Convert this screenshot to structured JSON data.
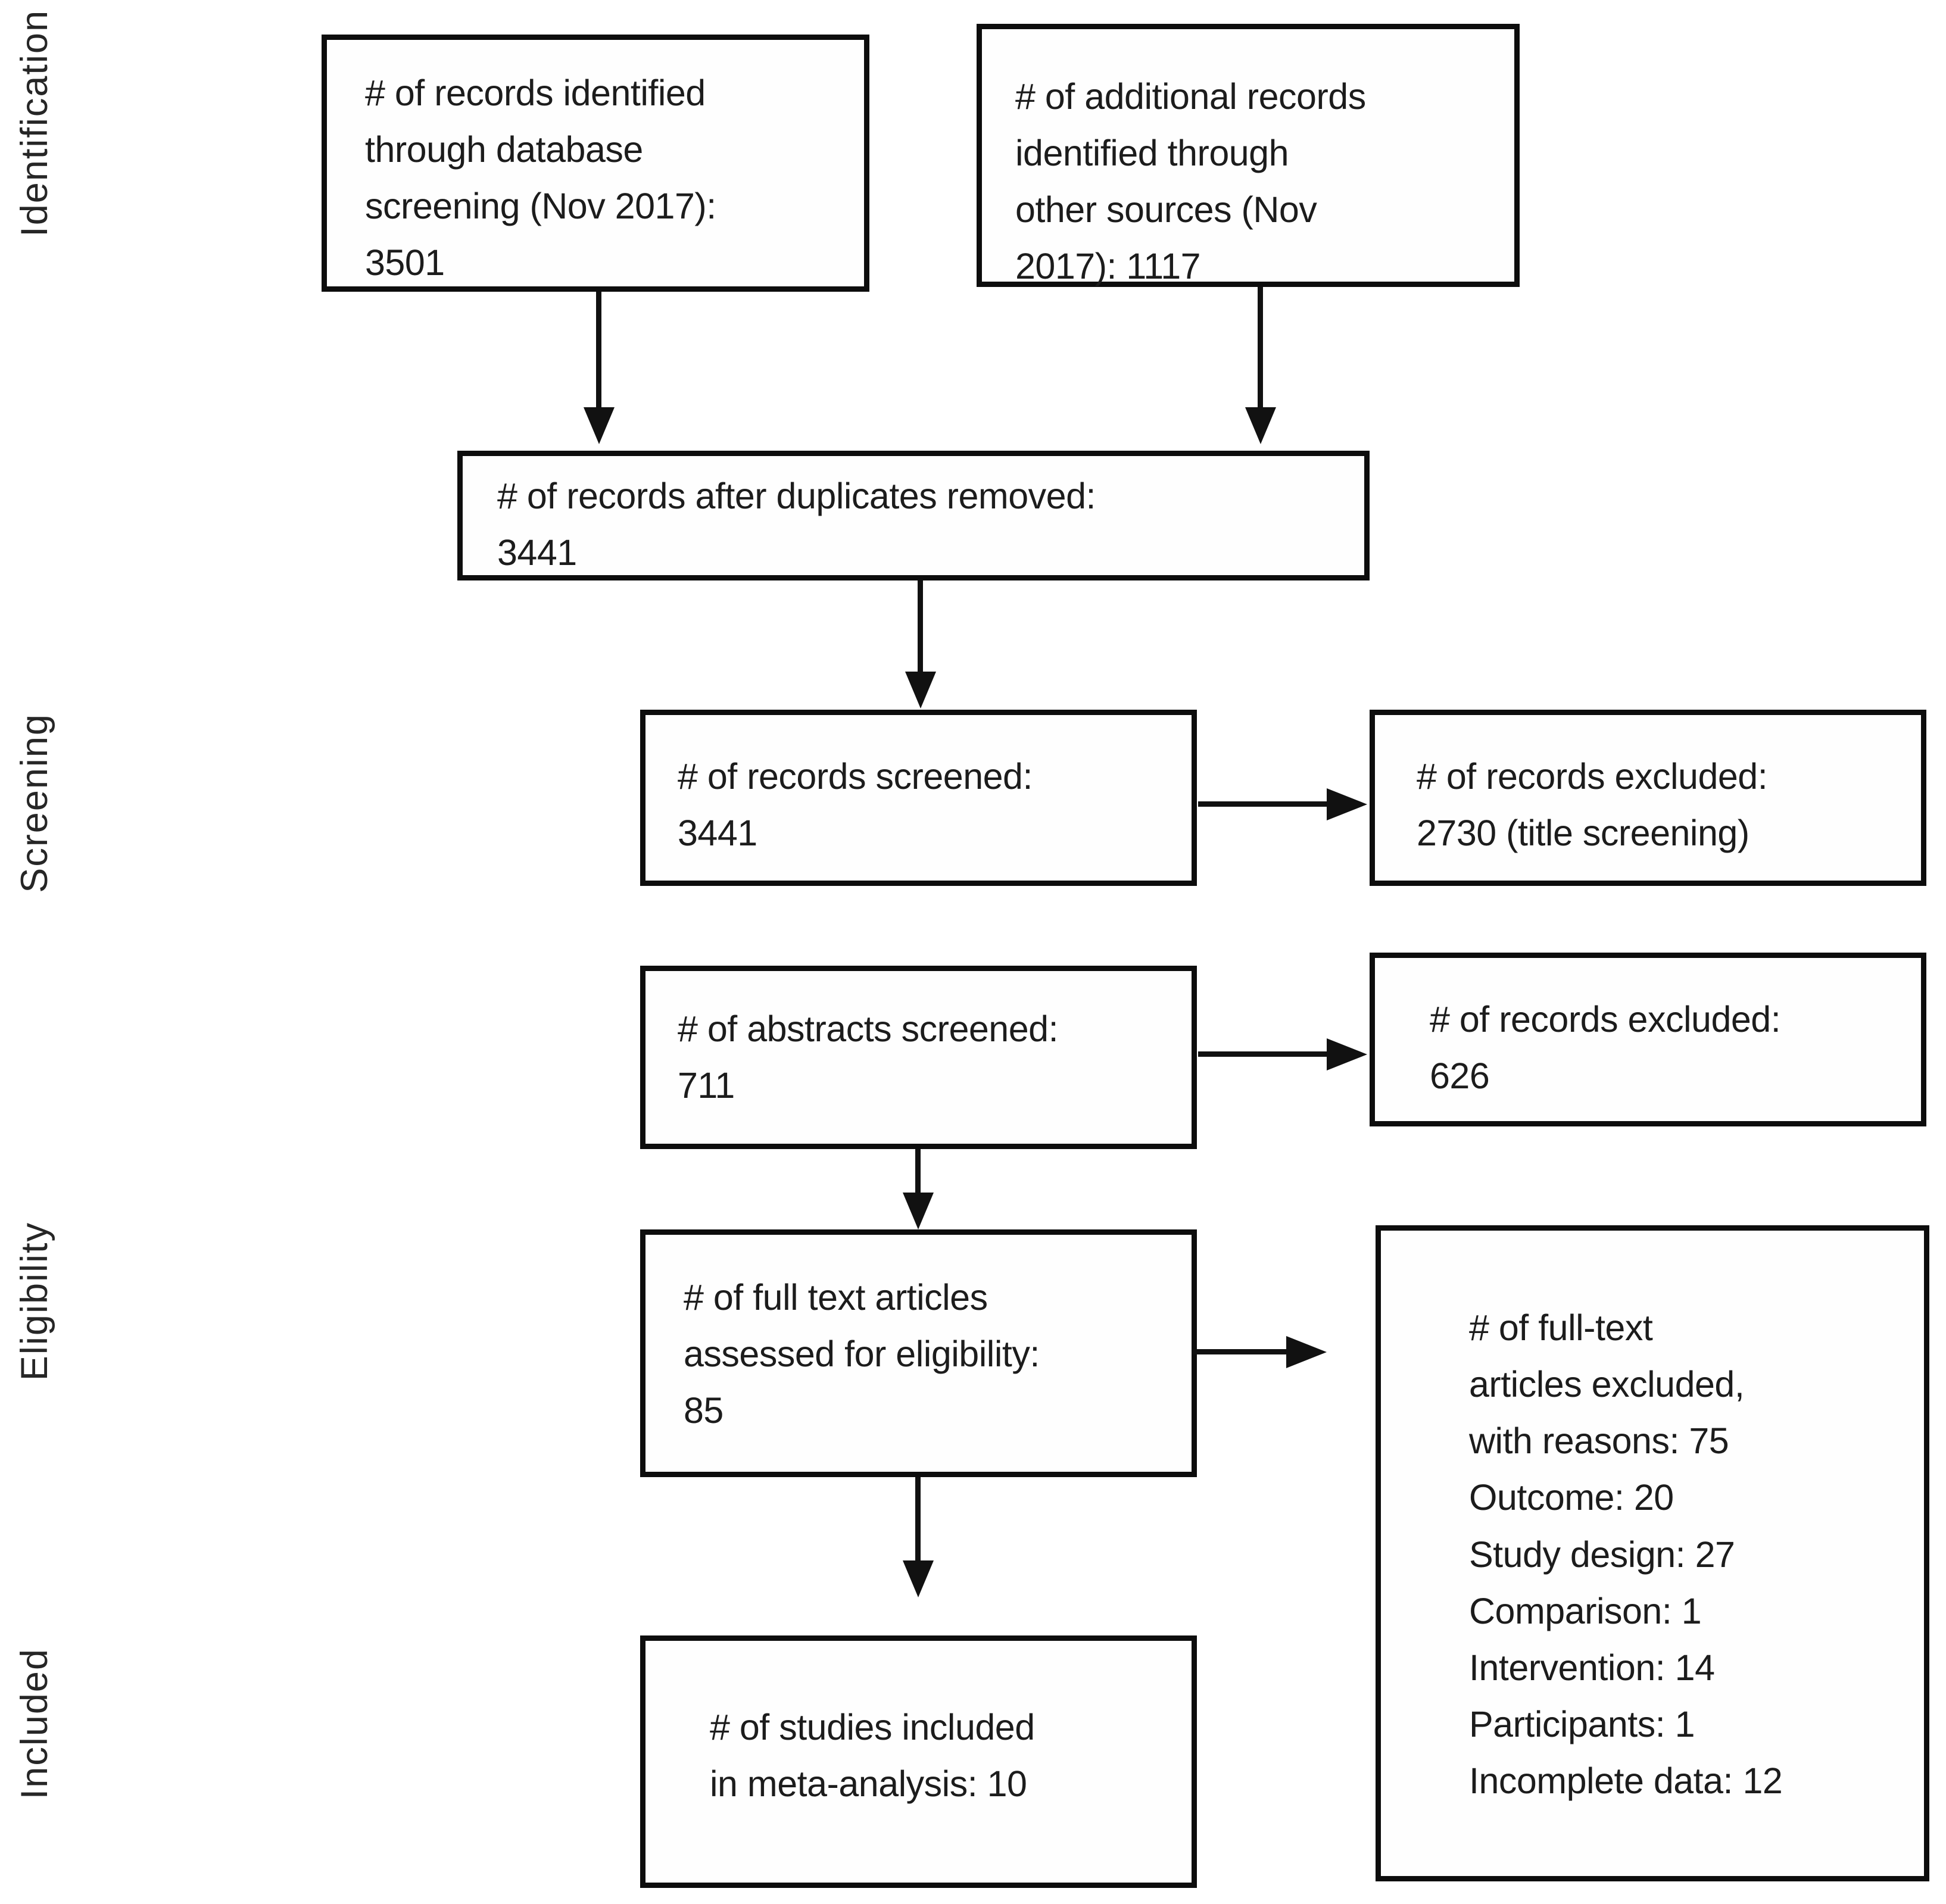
{
  "diagram_type": "prisma-flow-diagram",
  "colors": {
    "background": "#ffffff",
    "box_border": "#0d0d0d",
    "text": "#1c1c1c",
    "arrow": "#111111"
  },
  "stage_labels": [
    "Identification",
    "Screening",
    "Eligibility",
    "Included"
  ],
  "boxes": {
    "identified_database": {
      "text": "# of records identified\nthrough database\nscreening (Nov 2017):\n3501"
    },
    "identified_other": {
      "text": "# of additional records\nidentified through\nother sources (Nov\n2017): 1117"
    },
    "after_duplicates": {
      "text": "# of records after duplicates removed:\n3441"
    },
    "records_screened": {
      "text": "# of records screened:\n3441"
    },
    "records_excluded_title": {
      "text": "# of records excluded:\n2730 (title screening)"
    },
    "abstracts_screened": {
      "text": "# of abstracts screened:\n711"
    },
    "records_excluded_abstract": {
      "text": "# of records excluded:\n626"
    },
    "fulltext_assessed": {
      "text": "# of full text articles\nassessed for eligibility:\n85"
    },
    "fulltext_excluded": {
      "text": "# of full-text\narticles excluded,\nwith reasons: 75\nOutcome:  20\nStudy design: 27\nComparison: 1\nIntervention: 14\nParticipants: 1\nIncomplete data: 12"
    },
    "included_meta": {
      "text": "# of studies included\nin meta-analysis: 10"
    }
  }
}
